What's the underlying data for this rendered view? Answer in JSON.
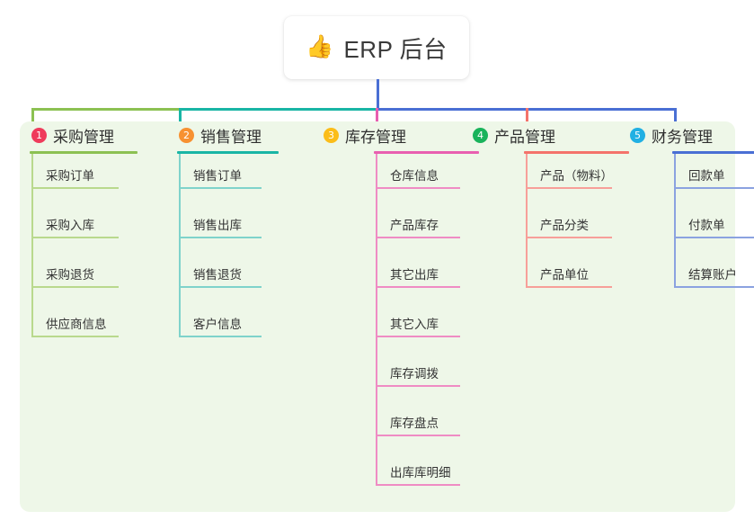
{
  "root": {
    "icon": "thumbs-up-icon",
    "icon_glyph": "👍",
    "label": "ERP 后台"
  },
  "colors": {
    "panel_bg": "#eef7e8",
    "root_text": "#3a3a3a",
    "item_text": "#333333",
    "branch_1": "#8cc152",
    "branch_2": "#19b5a5",
    "branch_3": "#e85fb0",
    "branch_4": "#f4736b",
    "branch_5": "#4a6fd4",
    "badge_1": "#ef3b5b",
    "badge_2": "#f79131",
    "badge_3": "#fbbd19",
    "badge_4": "#19b35b",
    "badge_5": "#21b0e3"
  },
  "columns": [
    {
      "index": "1",
      "title": "采购管理",
      "badge_color": "#ef3b5b",
      "rule_color": "#8cc152",
      "item_rule_color": "#b9d98d",
      "items": [
        {
          "label": "采购订单"
        },
        {
          "label": "采购入库"
        },
        {
          "label": "采购退货"
        },
        {
          "label": "供应商信息"
        }
      ]
    },
    {
      "index": "2",
      "title": "销售管理",
      "badge_color": "#f79131",
      "rule_color": "#19b5a5",
      "item_rule_color": "#7fd3cb",
      "items": [
        {
          "label": "销售订单"
        },
        {
          "label": "销售出库"
        },
        {
          "label": "销售退货"
        },
        {
          "label": "客户信息"
        }
      ]
    },
    {
      "index": "3",
      "title": "库存管理",
      "badge_color": "#fbbd19",
      "rule_color": "#e85fb0",
      "item_rule_color": "#ef8cc4",
      "items": [
        {
          "label": "仓库信息"
        },
        {
          "label": "产品库存"
        },
        {
          "label": "其它出库"
        },
        {
          "label": "其它入库"
        },
        {
          "label": "库存调拨"
        },
        {
          "label": "库存盘点"
        },
        {
          "label": "出库库明细"
        }
      ]
    },
    {
      "index": "4",
      "title": "产品管理",
      "badge_color": "#19b35b",
      "rule_color": "#f4736b",
      "item_rule_color": "#f79f99",
      "items": [
        {
          "label": "产品（物料）"
        },
        {
          "label": "产品分类"
        },
        {
          "label": "产品单位"
        }
      ]
    },
    {
      "index": "5",
      "title": "财务管理",
      "badge_color": "#21b0e3",
      "rule_color": "#4a6fd4",
      "item_rule_color": "#8ba2e0",
      "items": [
        {
          "label": "回款单"
        },
        {
          "label": "付款单"
        },
        {
          "label": "结算账户"
        }
      ]
    }
  ]
}
